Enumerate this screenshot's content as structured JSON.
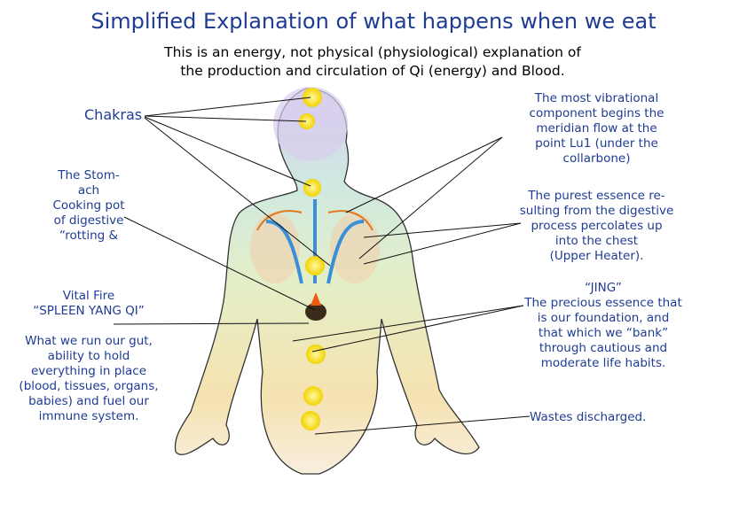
{
  "title": "Simplified Explanation of what happens when we eat",
  "subtitle": "This is an energy, not physical (physiological) explanation of\nthe production and circulation of Qi (energy) and Blood.",
  "labels": {
    "chakras": "Chakras",
    "stomach": "The Stom-\nach\nCooking pot\nof digestive\n“rotting &",
    "vital_fire": "Vital Fire\n“SPLEEN YANG QI”",
    "gut": "What we run our gut,\nability to hold\neverything in place\n(blood, tissues, organs,\nbabies) and fuel our\nimmune system.",
    "lu1": "The most vibrational\ncomponent begins the\nmeridian flow at the\npoint Lu1 (under the\ncollarbone)",
    "purest": "The purest essence re-\nsulting from the digestive\nprocess percolates up\ninto the chest\n(Upper Heater).",
    "jing": "“JING”\nThe precious essence that\nis our foundation, and\nthat which we “bank”\nthrough cautious and\nmoderate life habits.",
    "wastes": "Wastes discharged."
  },
  "colors": {
    "text": "#1f3c93",
    "chakra": "#f5d90a"
  }
}
